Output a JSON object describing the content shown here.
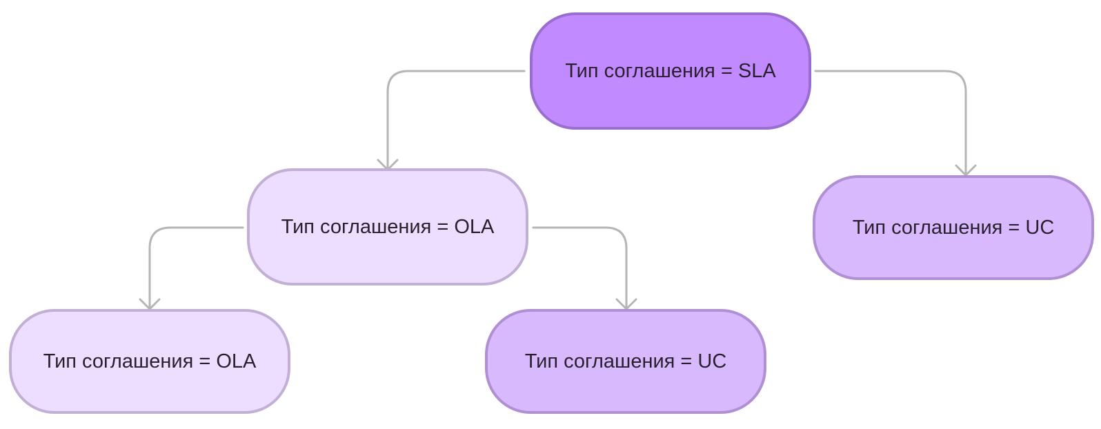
{
  "diagram": {
    "nodes": {
      "root": {
        "label": "Тип соглашения = SLA",
        "fill": "#c18bff",
        "border": "#9a6ed0"
      },
      "left": {
        "label": "Тип соглашения = OLA",
        "fill": "#eddeff",
        "border": "#c2b0d4"
      },
      "right": {
        "label": "Тип соглашения = UC",
        "fill": "#d8b9fd",
        "border": "#b08fd2"
      },
      "left_left": {
        "label": "Тип соглашения = OLA",
        "fill": "#eddeff",
        "border": "#c2b0d4"
      },
      "left_right": {
        "label": "Тип соглашения = UC",
        "fill": "#d8b9fd",
        "border": "#b08fd2"
      }
    },
    "edges": [
      {
        "from": "root",
        "to": "left"
      },
      {
        "from": "root",
        "to": "right"
      },
      {
        "from": "left",
        "to": "left_left"
      },
      {
        "from": "left",
        "to": "left_right"
      }
    ],
    "connector_color": "#b6b4b6"
  }
}
